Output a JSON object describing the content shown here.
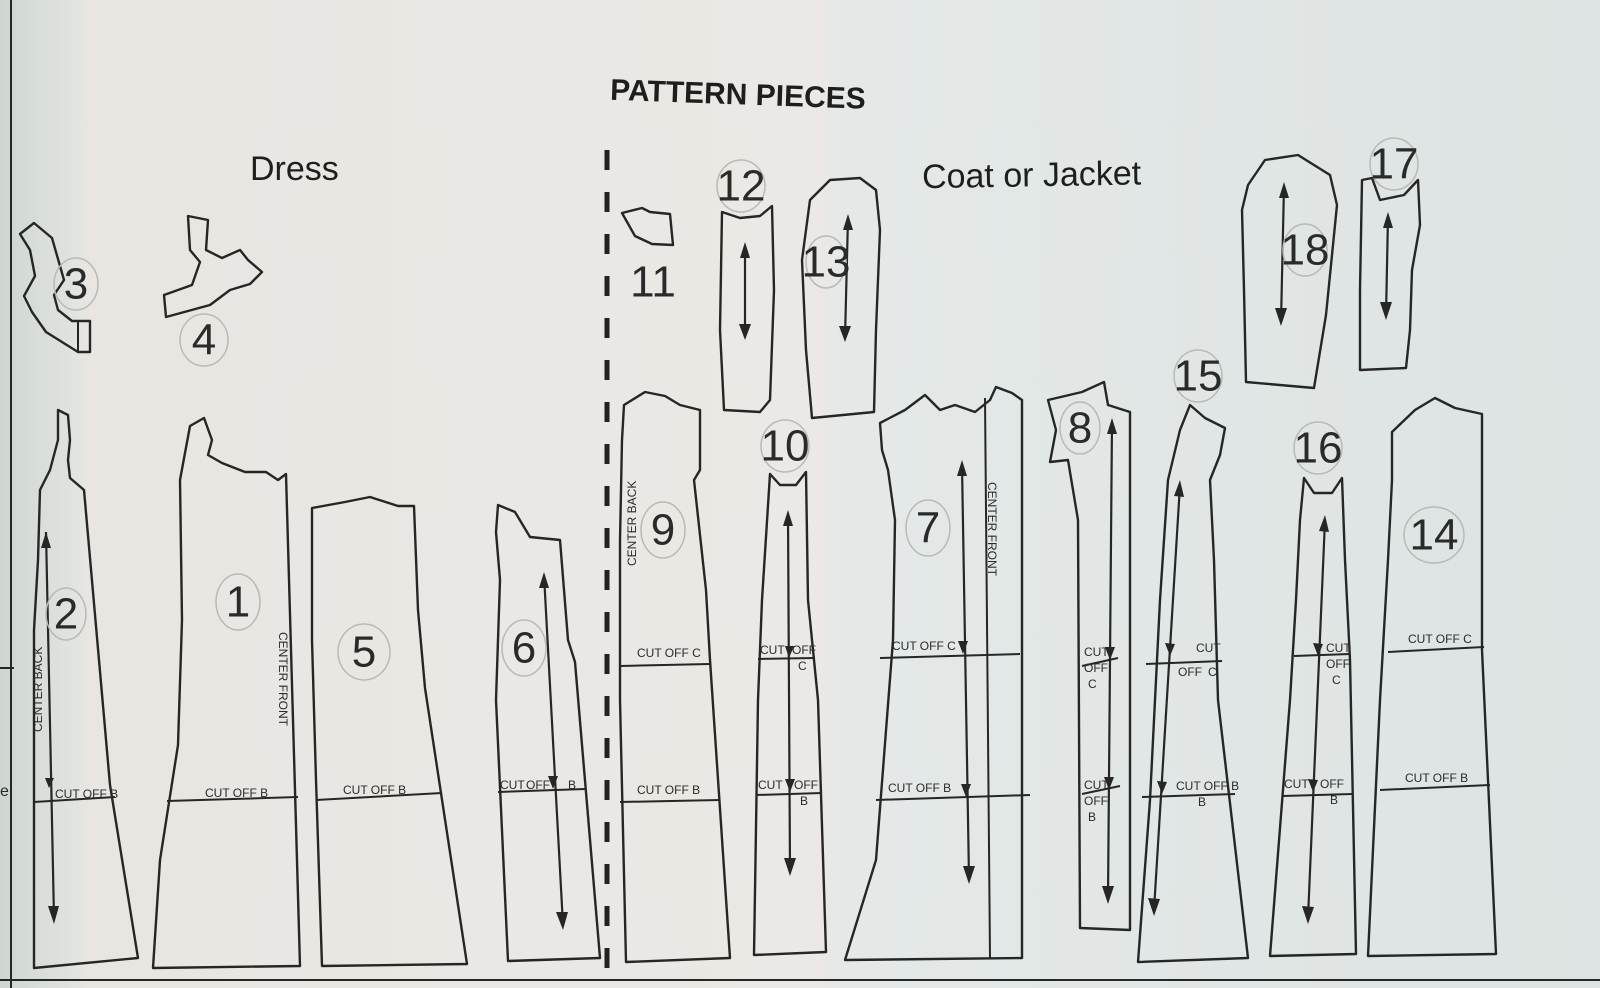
{
  "title": "PATTERN PIECES",
  "sections": {
    "dress": "Dress",
    "coat": "Coat or Jacket"
  },
  "labels": {
    "cut_off_b": "CUT OFF B",
    "cut_off_c": "CUT OFF C",
    "center_back": "CENTER BACK",
    "center_front": "CENTER FRONT",
    "cut": "CUT",
    "off": "OFF",
    "c": "C",
    "b": "B"
  },
  "pieces": {
    "p1": "1",
    "p2": "2",
    "p3": "3",
    "p4": "4",
    "p5": "5",
    "p6": "6",
    "p7": "7",
    "p8": "8",
    "p9": "9",
    "p10": "10",
    "p11": "11",
    "p12": "12",
    "p13": "13",
    "p14": "14",
    "p15": "15",
    "p16": "16",
    "p17": "17",
    "p18": "18"
  },
  "edge_letter": "e"
}
